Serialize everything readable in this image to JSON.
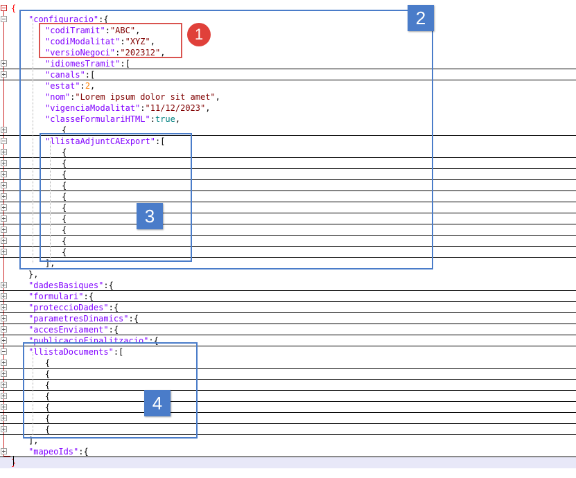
{
  "editor": {
    "lines": [
      {
        "tokens": [
          {
            "t": "{",
            "c": "brace-red"
          }
        ],
        "indent": 0,
        "fold": "minus-red",
        "sep": false
      },
      {
        "tokens": [
          {
            "t": "\"configuracio\"",
            "c": "key"
          },
          {
            "t": ":{",
            "c": "pun"
          }
        ],
        "indent": 1,
        "fold": "minus",
        "sep": false
      },
      {
        "tokens": [
          {
            "t": "\"codiTramit\"",
            "c": "key"
          },
          {
            "t": ":",
            "c": "pun"
          },
          {
            "t": "\"ABC\"",
            "c": "str"
          },
          {
            "t": ",",
            "c": "pun"
          }
        ],
        "indent": 2,
        "fold": "",
        "sep": false
      },
      {
        "tokens": [
          {
            "t": "\"codiModalitat\"",
            "c": "key"
          },
          {
            "t": ":",
            "c": "pun"
          },
          {
            "t": "\"XYZ\"",
            "c": "str"
          },
          {
            "t": ",",
            "c": "pun"
          }
        ],
        "indent": 2,
        "fold": "",
        "sep": false
      },
      {
        "tokens": [
          {
            "t": "\"versioNegoci\"",
            "c": "key"
          },
          {
            "t": ":",
            "c": "pun"
          },
          {
            "t": "\"202312\"",
            "c": "str"
          },
          {
            "t": ",",
            "c": "pun"
          }
        ],
        "indent": 2,
        "fold": "",
        "sep": false
      },
      {
        "tokens": [
          {
            "t": "\"idiomesTramit\"",
            "c": "key"
          },
          {
            "t": ":[",
            "c": "pun"
          }
        ],
        "indent": 2,
        "fold": "plus",
        "sep": true
      },
      {
        "tokens": [
          {
            "t": "\"canals\"",
            "c": "key"
          },
          {
            "t": ":[",
            "c": "pun"
          }
        ],
        "indent": 2,
        "fold": "plus",
        "sep": true
      },
      {
        "tokens": [
          {
            "t": "\"estat\"",
            "c": "key"
          },
          {
            "t": ":",
            "c": "pun"
          },
          {
            "t": "2",
            "c": "num"
          },
          {
            "t": ",",
            "c": "pun"
          }
        ],
        "indent": 2,
        "fold": "",
        "sep": false
      },
      {
        "tokens": [
          {
            "t": "\"nom\"",
            "c": "key"
          },
          {
            "t": ":",
            "c": "pun"
          },
          {
            "t": "\"Lorem ipsum dolor sit amet\"",
            "c": "str"
          },
          {
            "t": ",",
            "c": "pun"
          }
        ],
        "indent": 2,
        "fold": "",
        "sep": false
      },
      {
        "tokens": [
          {
            "t": "\"vigenciaModalitat\"",
            "c": "key"
          },
          {
            "t": ":",
            "c": "pun"
          },
          {
            "t": "\"11/12/2023\"",
            "c": "str"
          },
          {
            "t": ",",
            "c": "pun"
          }
        ],
        "indent": 2,
        "fold": "",
        "sep": false
      },
      {
        "tokens": [
          {
            "t": "\"classeFormulariHTML\"",
            "c": "key"
          },
          {
            "t": ":",
            "c": "pun"
          },
          {
            "t": "true",
            "c": "bool"
          },
          {
            "t": ",",
            "c": "pun"
          }
        ],
        "indent": 2,
        "fold": "",
        "sep": false
      },
      {
        "tokens": [
          {
            "t": "{",
            "c": "pun"
          }
        ],
        "indent": 3,
        "fold": "plus",
        "sep": true
      },
      {
        "tokens": [
          {
            "t": "\"llistaAdjuntCAExport\"",
            "c": "key"
          },
          {
            "t": ":[",
            "c": "pun"
          }
        ],
        "indent": 2,
        "fold": "minus",
        "sep": false
      },
      {
        "tokens": [
          {
            "t": "{",
            "c": "pun"
          }
        ],
        "indent": 3,
        "fold": "plus",
        "sep": true
      },
      {
        "tokens": [
          {
            "t": "{",
            "c": "pun"
          }
        ],
        "indent": 3,
        "fold": "plus",
        "sep": true
      },
      {
        "tokens": [
          {
            "t": "{",
            "c": "pun"
          }
        ],
        "indent": 3,
        "fold": "plus",
        "sep": true
      },
      {
        "tokens": [
          {
            "t": "{",
            "c": "pun"
          }
        ],
        "indent": 3,
        "fold": "plus",
        "sep": true
      },
      {
        "tokens": [
          {
            "t": "{",
            "c": "pun"
          }
        ],
        "indent": 3,
        "fold": "plus",
        "sep": true
      },
      {
        "tokens": [
          {
            "t": "{",
            "c": "pun"
          }
        ],
        "indent": 3,
        "fold": "plus",
        "sep": true
      },
      {
        "tokens": [
          {
            "t": "{",
            "c": "pun"
          }
        ],
        "indent": 3,
        "fold": "plus",
        "sep": true
      },
      {
        "tokens": [
          {
            "t": "{",
            "c": "pun"
          }
        ],
        "indent": 3,
        "fold": "plus",
        "sep": true
      },
      {
        "tokens": [
          {
            "t": "{",
            "c": "pun"
          }
        ],
        "indent": 3,
        "fold": "plus",
        "sep": true
      },
      {
        "tokens": [
          {
            "t": "{",
            "c": "pun"
          }
        ],
        "indent": 3,
        "fold": "plus",
        "sep": true
      },
      {
        "tokens": [
          {
            "t": "],",
            "c": "pun"
          }
        ],
        "indent": 2,
        "fold": "",
        "sep": false
      },
      {
        "tokens": [
          {
            "t": "},",
            "c": "pun"
          }
        ],
        "indent": 1,
        "fold": "",
        "sep": false
      },
      {
        "tokens": [
          {
            "t": "\"dadesBasiques\"",
            "c": "key"
          },
          {
            "t": ":{",
            "c": "pun"
          }
        ],
        "indent": 1,
        "fold": "plus",
        "sep": true
      },
      {
        "tokens": [
          {
            "t": "\"formulari\"",
            "c": "key"
          },
          {
            "t": ":{",
            "c": "pun"
          }
        ],
        "indent": 1,
        "fold": "plus",
        "sep": true
      },
      {
        "tokens": [
          {
            "t": "\"proteccioDades\"",
            "c": "key"
          },
          {
            "t": ":{",
            "c": "pun"
          }
        ],
        "indent": 1,
        "fold": "plus",
        "sep": true
      },
      {
        "tokens": [
          {
            "t": "\"parametresDinamics\"",
            "c": "key"
          },
          {
            "t": ":{",
            "c": "pun"
          }
        ],
        "indent": 1,
        "fold": "plus",
        "sep": true
      },
      {
        "tokens": [
          {
            "t": "\"accesEnviament\"",
            "c": "key"
          },
          {
            "t": ":{",
            "c": "pun"
          }
        ],
        "indent": 1,
        "fold": "plus",
        "sep": true
      },
      {
        "tokens": [
          {
            "t": "\"publicacioFinalitzacio\"",
            "c": "key"
          },
          {
            "t": ":{",
            "c": "pun"
          }
        ],
        "indent": 1,
        "fold": "plus",
        "sep": true
      },
      {
        "tokens": [
          {
            "t": "\"llistaDocuments\"",
            "c": "key"
          },
          {
            "t": ":[",
            "c": "pun"
          }
        ],
        "indent": 1,
        "fold": "minus",
        "sep": false
      },
      {
        "tokens": [
          {
            "t": "{",
            "c": "pun"
          }
        ],
        "indent": 2,
        "fold": "plus",
        "sep": true
      },
      {
        "tokens": [
          {
            "t": "{",
            "c": "pun"
          }
        ],
        "indent": 2,
        "fold": "plus",
        "sep": true
      },
      {
        "tokens": [
          {
            "t": "{",
            "c": "pun"
          }
        ],
        "indent": 2,
        "fold": "plus",
        "sep": true
      },
      {
        "tokens": [
          {
            "t": "{",
            "c": "pun"
          }
        ],
        "indent": 2,
        "fold": "plus",
        "sep": true
      },
      {
        "tokens": [
          {
            "t": "{",
            "c": "pun"
          }
        ],
        "indent": 2,
        "fold": "plus",
        "sep": true
      },
      {
        "tokens": [
          {
            "t": "{",
            "c": "pun"
          }
        ],
        "indent": 2,
        "fold": "plus",
        "sep": true
      },
      {
        "tokens": [
          {
            "t": "{",
            "c": "pun"
          }
        ],
        "indent": 2,
        "fold": "plus",
        "sep": true
      },
      {
        "tokens": [
          {
            "t": "],",
            "c": "pun"
          }
        ],
        "indent": 1,
        "fold": "",
        "sep": false
      },
      {
        "tokens": [
          {
            "t": "\"mapeoIds\"",
            "c": "key"
          },
          {
            "t": ":{",
            "c": "pun"
          }
        ],
        "indent": 1,
        "fold": "plus",
        "sep": true
      },
      {
        "tokens": [
          {
            "t": "}",
            "c": "brace-red"
          }
        ],
        "indent": 0,
        "fold": "",
        "sep": false
      }
    ]
  },
  "annotations": {
    "callout_1": "1",
    "callout_2": "2",
    "callout_3": "3",
    "callout_4": "4",
    "callout_1_color": "#e0403a",
    "box_color": "#4a7cc9"
  }
}
